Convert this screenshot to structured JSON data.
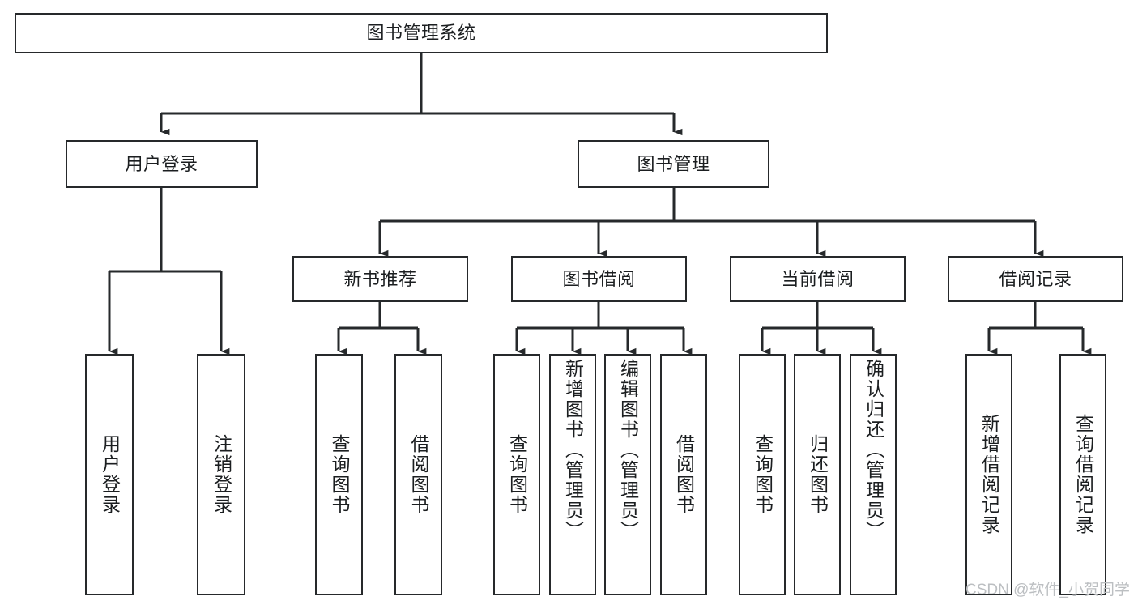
{
  "diagram": {
    "title": "图书管理系统",
    "type": "hierarchy-tree",
    "watermark": "CSDN @软件_小贺同学",
    "colors": {
      "stroke": "#26292b",
      "fill": "#ffffff",
      "text": "#1b1e20",
      "watermark": "#bcbfc2"
    },
    "nodes": {
      "root": {
        "label": "图书管理系统",
        "level": 0,
        "orientation": "horizontal"
      },
      "l1_0": {
        "label": "用户登录",
        "level": 1,
        "orientation": "horizontal"
      },
      "l1_1": {
        "label": "图书管理",
        "level": 1,
        "orientation": "horizontal"
      },
      "l2_0": {
        "label": "新书推荐",
        "level": 2,
        "orientation": "horizontal"
      },
      "l2_1": {
        "label": "图书借阅",
        "level": 2,
        "orientation": "horizontal"
      },
      "l2_2": {
        "label": "当前借阅",
        "level": 2,
        "orientation": "horizontal"
      },
      "l2_3": {
        "label": "借阅记录",
        "level": 2,
        "orientation": "horizontal"
      },
      "leaf_0": {
        "label": "用户登录",
        "level": 3,
        "orientation": "vertical",
        "parent": "用户登录"
      },
      "leaf_1": {
        "label": "注销登录",
        "level": 3,
        "orientation": "vertical",
        "parent": "用户登录"
      },
      "leaf_2": {
        "label": "查询图书",
        "level": 3,
        "orientation": "vertical",
        "parent": "新书推荐"
      },
      "leaf_3": {
        "label": "借阅图书",
        "level": 3,
        "orientation": "vertical",
        "parent": "新书推荐"
      },
      "leaf_4": {
        "label": "查询图书",
        "level": 3,
        "orientation": "vertical",
        "parent": "图书借阅"
      },
      "leaf_5": {
        "label": "新增图书（管理员）",
        "level": 3,
        "orientation": "vertical",
        "parent": "图书借阅"
      },
      "leaf_6": {
        "label": "编辑图书（管理员）",
        "level": 3,
        "orientation": "vertical",
        "parent": "图书借阅"
      },
      "leaf_7": {
        "label": "借阅图书",
        "level": 3,
        "orientation": "vertical",
        "parent": "图书借阅"
      },
      "leaf_8": {
        "label": "查询图书",
        "level": 3,
        "orientation": "vertical",
        "parent": "当前借阅"
      },
      "leaf_9": {
        "label": "归还图书",
        "level": 3,
        "orientation": "vertical",
        "parent": "当前借阅"
      },
      "leaf_10": {
        "label": "确认归还（管理员）",
        "level": 3,
        "orientation": "vertical",
        "parent": "当前借阅"
      },
      "leaf_11": {
        "label": "新增借阅记录",
        "level": 3,
        "orientation": "vertical",
        "parent": "借阅记录"
      },
      "leaf_12": {
        "label": "查询借阅记录",
        "level": 3,
        "orientation": "vertical",
        "parent": "借阅记录"
      }
    }
  }
}
